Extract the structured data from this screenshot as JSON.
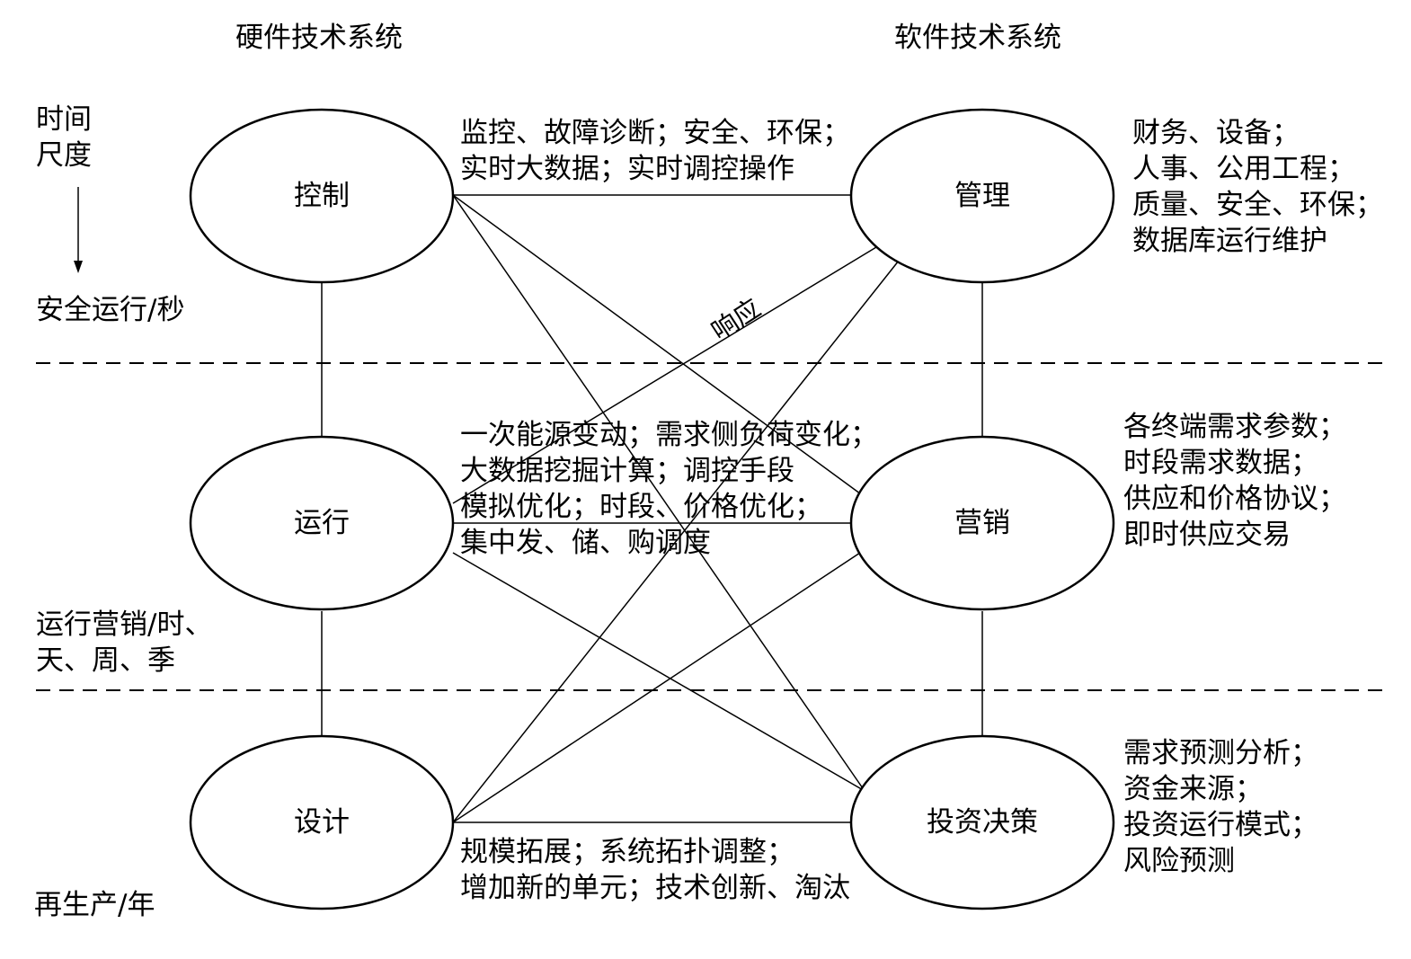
{
  "headers": {
    "hardware": "硬件技术系统",
    "software": "软件技术系统"
  },
  "timescale": {
    "label_lines": [
      "时间",
      "尺度"
    ],
    "level_second": "安全运行/秒",
    "level_hour_lines": [
      "运行营销/时、",
      "天、周、季"
    ],
    "level_year": "再生产/年"
  },
  "nodes": {
    "control": "控制",
    "operation": "运行",
    "design": "设计",
    "management": "管理",
    "marketing": "营销",
    "investment": "投资决策"
  },
  "edge_labels": {
    "top_lines": [
      "监控、故障诊断；安全、环保；",
      "实时大数据；实时调控操作"
    ],
    "middle_lines": [
      "一次能源变动；需求侧负荷变化；",
      "大数据挖掘计算；调控手段",
      "模拟优化；时段、价格优化；",
      "集中发、储、购调度"
    ],
    "bottom_lines": [
      "规模拓展；系统拓扑调整；",
      "增加新的单元；技术创新、淘汰"
    ],
    "response": "响应"
  },
  "descriptions": {
    "management_lines": [
      "财务、设备；",
      "人事、公用工程；",
      "质量、安全、环保；",
      "数据库运行维护"
    ],
    "marketing_lines": [
      "各终端需求参数；",
      "时段需求数据；",
      "供应和价格协议；",
      "即时供应交易"
    ],
    "investment_lines": [
      "需求预测分析；",
      "资金来源；",
      "投资运行模式；",
      "风险预测"
    ]
  }
}
